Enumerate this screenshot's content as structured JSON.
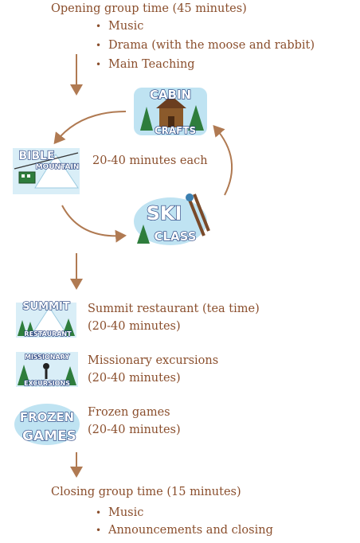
{
  "opening": {
    "title": "Opening group time (45 minutes)",
    "items": [
      "Music",
      "Drama (with the moose and rabbit)",
      "Main Teaching"
    ]
  },
  "rotation": {
    "caption": "20-40 minutes each",
    "stations": [
      {
        "logo_text": [
          "CABIN",
          "CRAFTS"
        ]
      },
      {
        "logo_text": [
          "BIBLE",
          "MOUNTAIN"
        ]
      },
      {
        "logo_text": [
          "SKI",
          "CLASS"
        ]
      }
    ]
  },
  "activities": [
    {
      "logo_text": [
        "SUMMIT",
        "RESTAURANT"
      ],
      "line1": "Summit restaurant (tea time)",
      "line2": "(20-40 minutes)"
    },
    {
      "logo_text": [
        "MISSIONARY",
        "EXCURSIONS"
      ],
      "line1": "Missionary excursions",
      "line2": "(20-40 minutes)"
    },
    {
      "logo_text": [
        "FROZEN",
        "GAMES"
      ],
      "line1": "Frozen games",
      "line2": "(20-40 minutes)"
    }
  ],
  "closing": {
    "title": "Closing group time (15 minutes)",
    "items": [
      "Music",
      "Announcements and closing"
    ]
  },
  "colors": {
    "text": "#8a4e2c",
    "arrow": "#b07a52",
    "tree": "#2e7d3c",
    "sky": "#bfe3f2",
    "logo_outline": "#1f3a7a"
  }
}
